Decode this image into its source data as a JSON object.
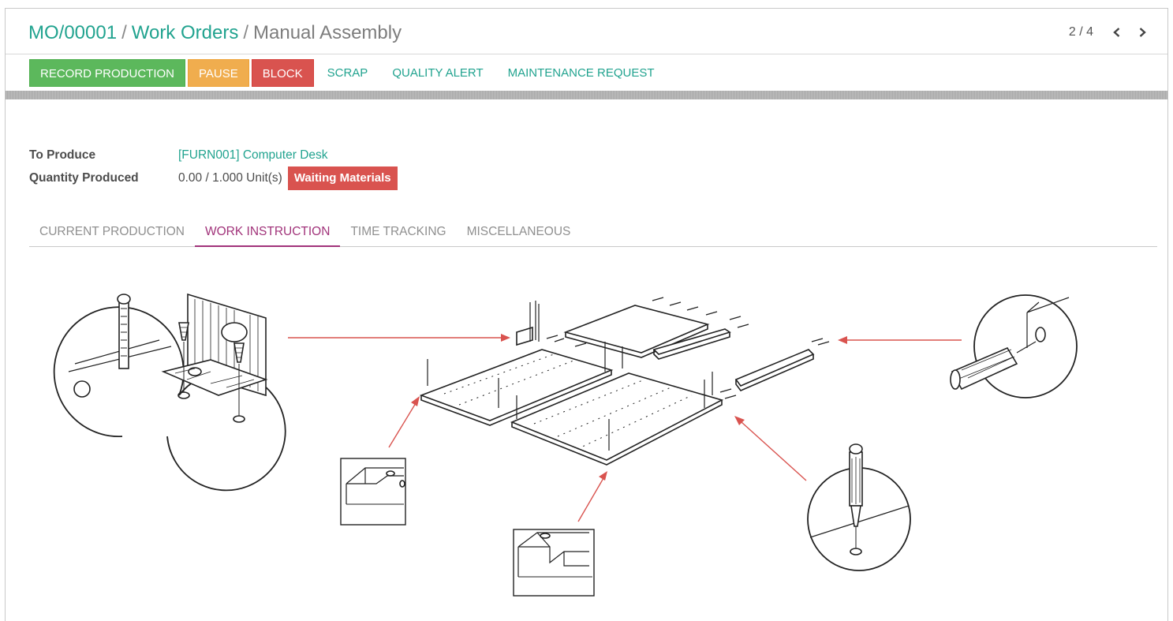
{
  "breadcrumb": {
    "items": [
      {
        "label": "MO/00001"
      },
      {
        "label": "Work Orders"
      }
    ],
    "current": "Manual Assembly",
    "separator": "/"
  },
  "pager": {
    "value": "2 / 4",
    "prev_icon": "chevron-left-icon",
    "next_icon": "chevron-right-icon"
  },
  "toolbar": {
    "record_production": "RECORD PRODUCTION",
    "pause": "PAUSE",
    "block": "BLOCK",
    "scrap": "SCRAP",
    "quality_alert": "QUALITY ALERT",
    "maintenance_request": "MAINTENANCE REQUEST"
  },
  "fields": {
    "to_produce_label": "To Produce",
    "to_produce_value": "[FURN001] Computer Desk",
    "quantity_label": "Quantity Produced",
    "quantity_value": "0.00 / 1.000 Unit(s)",
    "status_badge": "Waiting Materials"
  },
  "tabs": [
    {
      "label": "CURRENT PRODUCTION"
    },
    {
      "label": "WORK INSTRUCTION"
    },
    {
      "label": "TIME TRACKING"
    },
    {
      "label": "MISCELLANEOUS"
    }
  ],
  "active_tab": "WORK INSTRUCTION",
  "colors": {
    "brand_teal": "#21a38f",
    "active_tab": "#a1337a",
    "success": "#5cb85c",
    "warning": "#f0ad4e",
    "danger": "#d9534f",
    "arrow": "#d9534f"
  }
}
